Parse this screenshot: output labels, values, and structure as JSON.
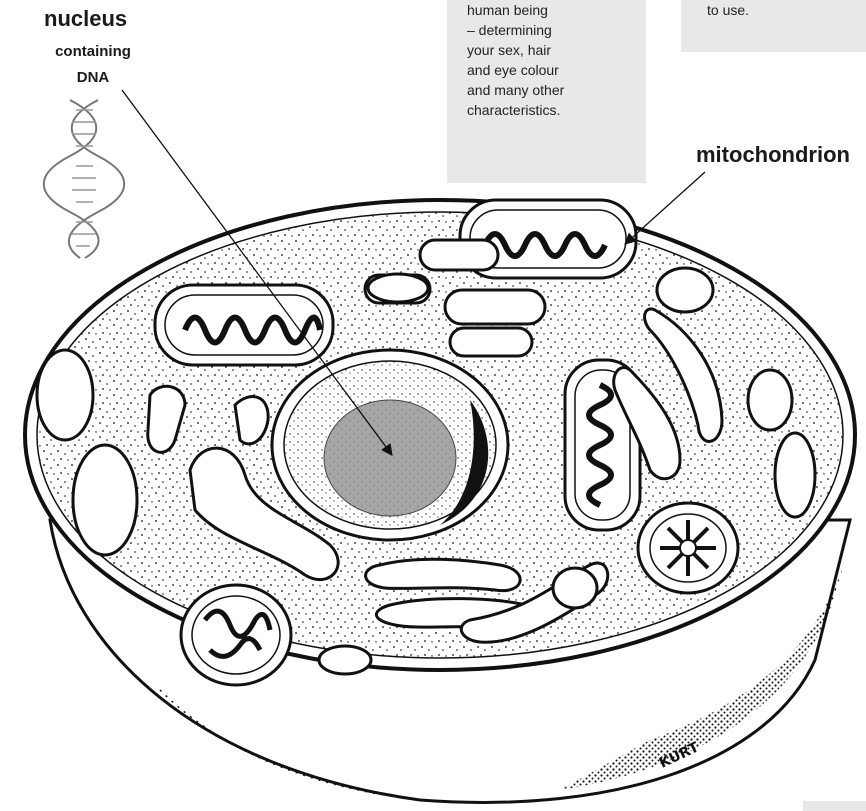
{
  "labels": {
    "nucleus": "nucleus",
    "nucleus_sub_1": "containing",
    "nucleus_sub_2": "DNA",
    "mitochondrion": "mitochondrion"
  },
  "dna_box": {
    "lines": [
      "human being",
      "– determining",
      "your sex, hair",
      "and eye colour",
      "and many other",
      "characteristics."
    ]
  },
  "energy_box": {
    "lines": [
      "to use."
    ]
  },
  "artist_signature": "KURT",
  "colors": {
    "textbox_bg": "#e8e8e8",
    "nucleus_fill": "#a6a6a6",
    "ink": "#111111"
  },
  "icons": [
    "dna-double-helix-icon"
  ]
}
